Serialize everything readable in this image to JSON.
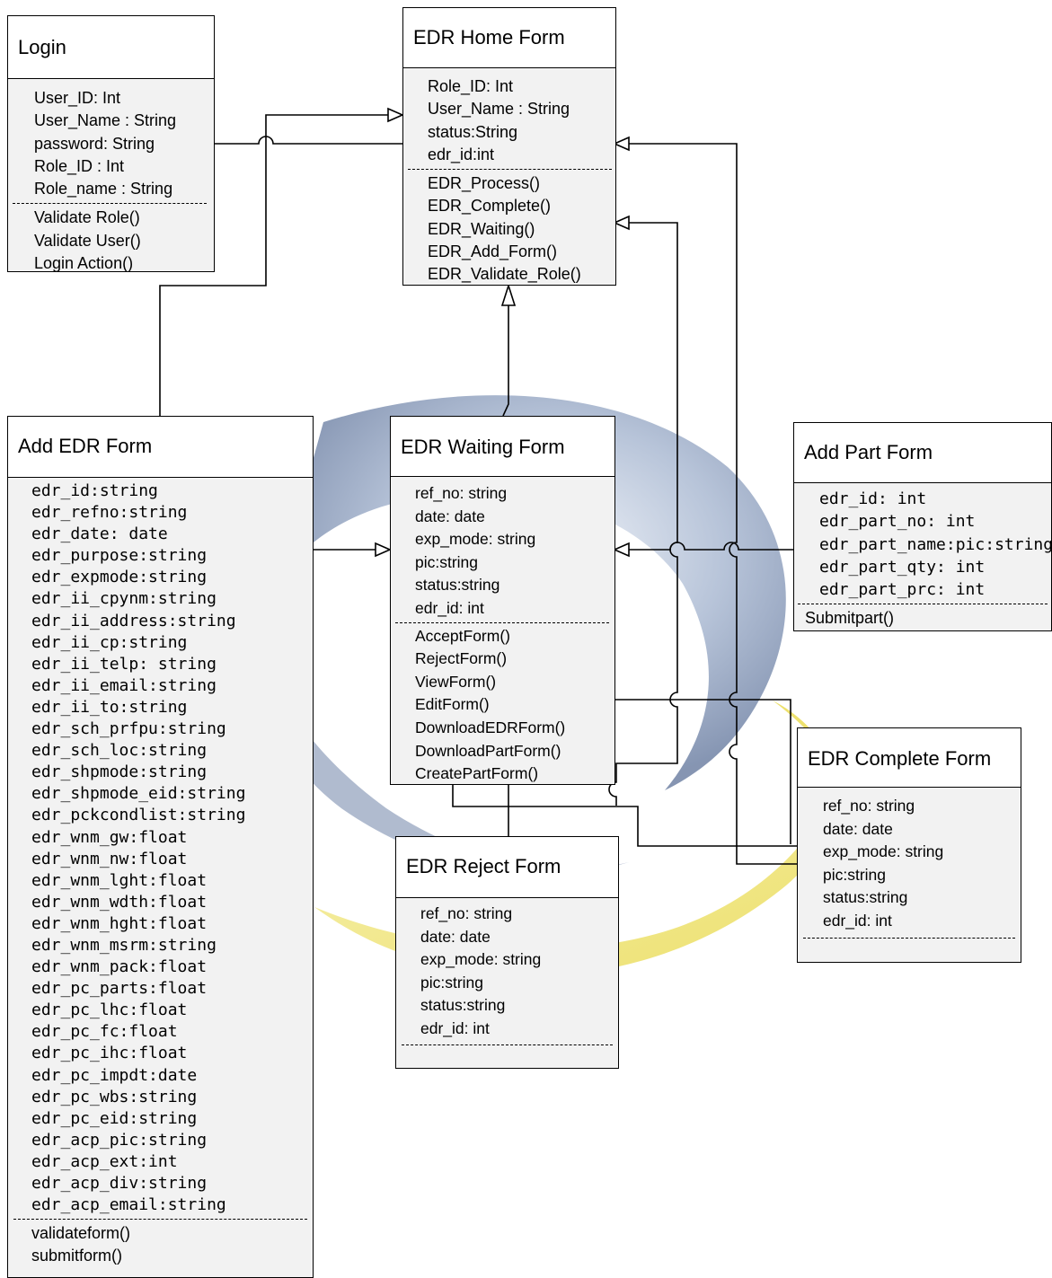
{
  "login": {
    "title": "Login",
    "attributes": [
      "User_ID: Int",
      "User_Name : String",
      "password: String",
      "Role_ID : Int",
      "Role_name : String"
    ],
    "methods": [
      "Validate Role()",
      "Validate User()",
      "Login Action()"
    ]
  },
  "home_form": {
    "title": "EDR Home Form",
    "attributes": [
      "Role_ID: Int",
      "User_Name : String",
      "status:String",
      "edr_id:int"
    ],
    "methods": [
      "EDR_Process()",
      "EDR_Complete()",
      "EDR_Waiting()",
      "EDR_Add_Form()",
      "EDR_Validate_Role()"
    ]
  },
  "add_edr_form": {
    "title": "Add EDR Form",
    "attributes": [
      "edr_id:string",
      "edr_refno:string",
      "edr_date: date",
      "edr_purpose:string",
      "edr_expmode:string",
      "edr_ii_cpynm:string",
      "edr_ii_address:string",
      "edr_ii_cp:string",
      "edr_ii_telp: string",
      "edr_ii_email:string",
      "edr_ii_to:string",
      "edr_sch_prfpu:string",
      "edr_sch_loc:string",
      "edr_shpmode:string",
      "edr_shpmode_eid:string",
      "edr_pckcondlist:string",
      "edr_wnm_gw:float",
      "edr_wnm_nw:float",
      "edr_wnm_lght:float",
      "edr_wnm_wdth:float",
      "edr_wnm_hght:float",
      "edr_wnm_msrm:string",
      "edr_wnm_pack:float",
      "edr_pc_parts:float",
      "edr_pc_lhc:float",
      "edr_pc_fc:float",
      "edr_pc_ihc:float",
      "edr_pc_impdt:date",
      "edr_pc_wbs:string",
      "edr_pc_eid:string",
      "edr_acp_pic:string",
      "edr_acp_ext:int",
      "edr_acp_div:string",
      "edr_acp_email:string"
    ],
    "methods": [
      "validateform()",
      "submitform()"
    ]
  },
  "waiting_form": {
    "title": "EDR Waiting Form",
    "attributes": [
      "ref_no: string",
      "date: date",
      "exp_mode: string",
      "pic:string",
      "status:string",
      "edr_id: int"
    ],
    "methods": [
      "AcceptForm()",
      "RejectForm()",
      "ViewForm()",
      "EditForm()",
      "DownloadEDRForm()",
      "DownloadPartForm()",
      "CreatePartForm()"
    ]
  },
  "add_part_form": {
    "title": "Add Part Form",
    "attributes": [
      "edr_id: int",
      "edr_part_no: int",
      "edr_part_name:pic:string",
      "edr_part_qty: int",
      "edr_part_prc: int"
    ],
    "methods": [
      "Submitpart()"
    ]
  },
  "complete_form": {
    "title": "EDR Complete Form",
    "attributes": [
      "ref_no: string",
      "date: date",
      "exp_mode: string",
      "pic:string",
      "status:string",
      "edr_id: int"
    ],
    "methods": []
  },
  "reject_form": {
    "title": "EDR Reject Form",
    "attributes": [
      "ref_no: string",
      "date: date",
      "exp_mode: string",
      "pic:string",
      "status:string",
      "edr_id: int"
    ],
    "methods": []
  }
}
